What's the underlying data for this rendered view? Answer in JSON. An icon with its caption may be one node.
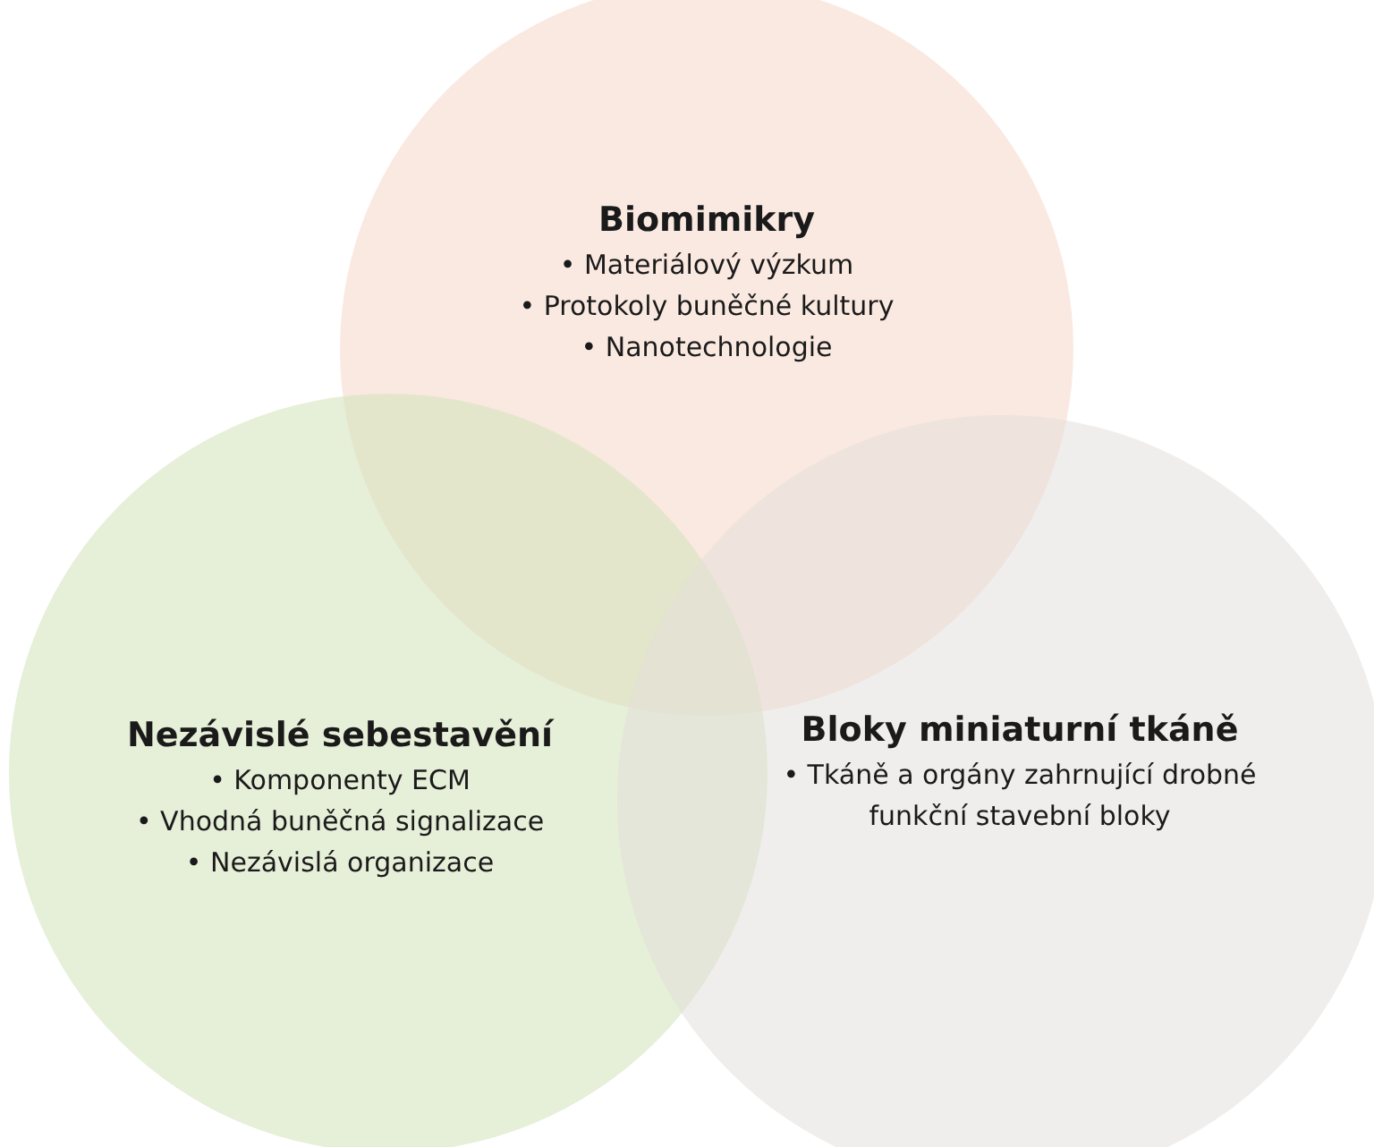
{
  "diagram": {
    "nodes": [
      {
        "text": [
          "Biomimikry",
          "• Materiálový výzkum",
          "• Protokoly buněčné kultury",
          "• Nanotechnologie"
        ]
      },
      {
        "text": [
          "Nezávislé sebestavění",
          "• Komponenty ECM",
          "• Vhodná buněčná signalizace",
          "• Nezávislá organizace"
        ]
      },
      {
        "text": [
          "Bloky miniaturní tkáně",
          "• Tkáně a orgány zahrnující drobné funkční stavební bloky"
        ]
      }
    ]
  }
}
